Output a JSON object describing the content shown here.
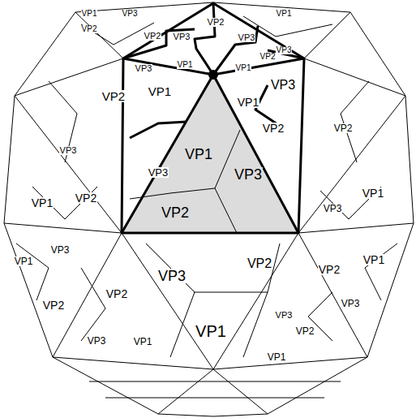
{
  "diagram": {
    "labels": [
      "VP1",
      "VP3",
      "VP2",
      "VP1",
      "VP2",
      "VP2",
      "VP3",
      "VP3",
      "VP3",
      "VP3",
      "VP1",
      "VP1",
      "VP2",
      "VP2",
      "VP1",
      "VP1",
      "VP3",
      "VP3",
      "VP3",
      "VP2",
      "VP1",
      "VP3",
      "VP2",
      "VP2",
      "VP1",
      "VP3",
      "VP1",
      "VP2",
      "VP1",
      "VP3",
      "VP2",
      "VP2",
      "VP3",
      "VP2",
      "VP1",
      "VP3",
      "VP1",
      "VP3",
      "VP2",
      "VP1",
      "VP2",
      "VP1",
      "VP3"
    ]
  }
}
